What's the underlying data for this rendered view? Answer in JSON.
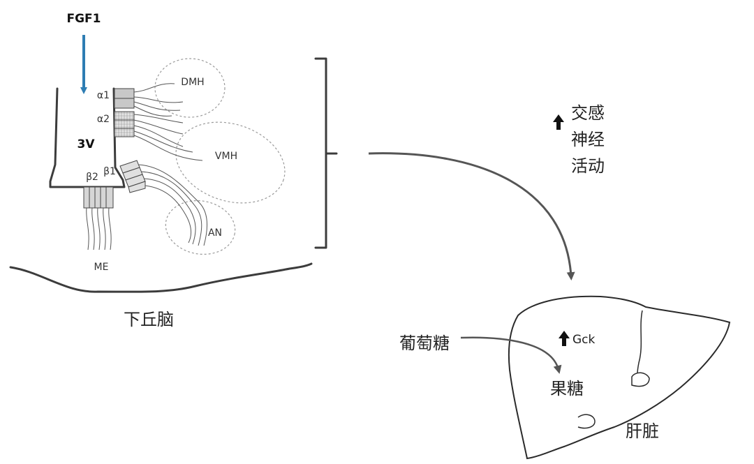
{
  "colors": {
    "fgf1_arrow": "#2e7db3",
    "line": "#3c3c3c",
    "receptor_fill": "#c8c8c8",
    "nucleus_border": "#9a9a9a"
  },
  "hypothalamus": {
    "stimulus": "FGF1",
    "ventricle": "3V",
    "receptors": {
      "alpha1": "α1",
      "alpha2": "α2",
      "beta1": "β1",
      "beta2": "β2"
    },
    "nuclei": {
      "dmh": "DMH",
      "vmh": "VMH",
      "an": "AN"
    },
    "median_eminence": "ME",
    "region_label": "下丘脑"
  },
  "effect": {
    "arrow_icon": "up-arrow-icon",
    "line1": "交感",
    "line2": "神经",
    "line3": "活动"
  },
  "liver": {
    "glucose": "葡萄糖",
    "gck": "Gck",
    "fructose": "果糖",
    "organ_label": "肝脏"
  }
}
